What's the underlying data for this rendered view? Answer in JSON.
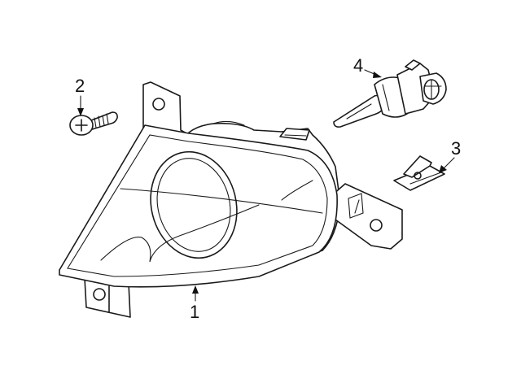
{
  "callouts": {
    "fog_lamp": "1",
    "screw": "2",
    "clip": "3",
    "bulb": "4"
  },
  "colors": {
    "line": "#1a1a1a",
    "background": "#ffffff"
  }
}
